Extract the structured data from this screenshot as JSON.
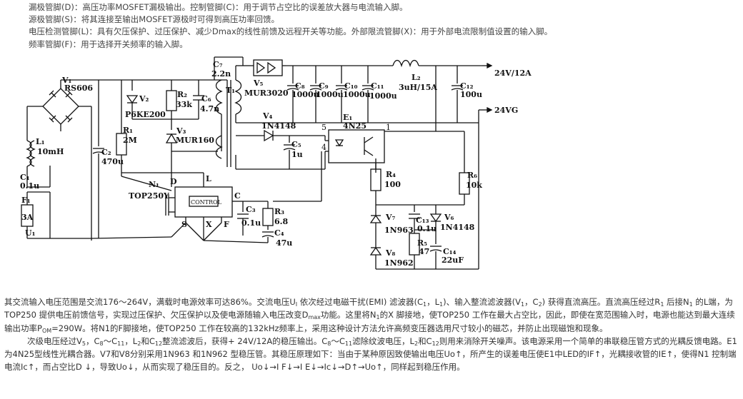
{
  "intro_lines": [
    "漏极管脚(D)：高压功率MOSFET漏极输出。控制管脚(C)：用于调节占空比的误差放大器与电流输入脚。",
    "源极管脚(S)：将其连接至输出MOSFET源极时可得到高压功率回馈。",
    "电压检测管脚(L)：具有欠压保护、过压保护、减少Dmax的线性前馈及远程开关等功能。外部限流管脚(X)：用于外部电流限制值设置的输入脚。",
    "频率管脚(F)：用于选择开关频率的输入脚。"
  ],
  "schematic": {
    "labels": {
      "v1": "V₁",
      "rs606": "RS606",
      "l1": "L₁",
      "l1_val": "10mH",
      "c1": "C₁",
      "c1_val": "0.1u",
      "f1": "F₁",
      "f1_val": "3A",
      "u1": "U₁",
      "r1": "R₁",
      "r1_val": "2M",
      "c2": "C₂",
      "c2_val": "470u",
      "v2": "V₂",
      "p6ke200": "P6KE200",
      "r2": "R₂",
      "r2_val": "33k",
      "c6": "C₆",
      "c6_val": "4.7n",
      "v3": "V₃",
      "mur160": "MUR160",
      "c7": "C₇",
      "c7_val": "2.2n",
      "t1": "T₁",
      "v5": "V₅",
      "mur3020": "MUR3020",
      "c8": "C₈",
      "c8_val": "1000u",
      "c9": "C₉",
      "c9_val": "1000u",
      "c10": "C₁₀",
      "c10_val": "1000u",
      "c11": "C₁₁",
      "c11_val": "1000u",
      "l2": "L₂",
      "l2_val": "3uH/15A",
      "c12": "C₁₂",
      "c12_val": "100u",
      "out_pos": "24V/12A",
      "out_gnd": "24VG",
      "v4": "V₄",
      "1n4148_a": "1N4148",
      "c5": "C₅",
      "c5_val": "1u",
      "e1": "E₁",
      "4n25": "4N25",
      "pin5": "5",
      "pin4": "4",
      "pin1": "1",
      "n1": "N₁",
      "top250y": "TOP250Y",
      "pin_d": "D",
      "pin_l": "L",
      "pin_c": "C",
      "pin_s": "S",
      "pin_x": "X",
      "pin_f": "F",
      "control": "CONTROL",
      "c3": "C₃",
      "c3_val": "0.1u",
      "r3": "R₃",
      "r3_val": "6.8",
      "c4": "C₄",
      "c4_val": "47u",
      "r4": "R₄",
      "r4_val": "100",
      "v7": "V₇",
      "1n963": "1N963",
      "c13": "C₁₃",
      "c13_val": "0.1u",
      "v6": "V₆",
      "1n4148_b": "1N4148",
      "r5": "R₅",
      "r5_val": "47",
      "v8": "V₈",
      "1n962": "1N962",
      "c14": "C₁₄",
      "c14_val": "22uF",
      "r6": "R₆",
      "r6_val": "10k"
    }
  },
  "para1": {
    "p1": "其交流输入电压范围是交流176～264V，满载时电源效率可达86%。交流电压U",
    "s1": "I",
    "p2": " 依次经过电磁干扰(EMI) 滤波器(C",
    "s2": "1",
    "p3": "，L",
    "s3": "1",
    "p4": ")、输入整流滤波器(V",
    "s4": "1",
    "p5": "，C",
    "s5": "2",
    "p6": ") 获得直流高压。直流高压经过R",
    "s6": "1",
    "p7": " 后接N",
    "s7": "1",
    "p8": " 的L端，为TOP250  提供电压前馈信号，实现过压保护、欠压保护以及使电源随输入电压改变D",
    "s8": "max",
    "p9": "功能。这里将N",
    "s9": "1",
    "p10": "的X 脚接地，使TOP250  工作在最大占空比，因此，即使在宽范围输入时，电源也能达到最大连续输出功率P",
    "s10": "OM",
    "p11": "=290W。将N1的F脚接地，使TOP250  工作在较高的132kHz频率上，采用这种设计方法允许高频变压器选用尺寸较小的磁芯，并防止出现磁饱和现象。"
  },
  "para2": {
    "p1": "次级电压经过V",
    "s1": "5",
    "p2": "，C",
    "s2": "8",
    "p3": "～C",
    "s3": "11",
    "p4": "，L",
    "s4": "2",
    "p5": "和C",
    "s5": "12",
    "p6": "整流滤波后，获得+ 24V/12A的稳压输出。C",
    "s6": "8",
    "p7": "～C",
    "s7": "11",
    "p8": "滤除纹波电压，L",
    "s8": "2",
    "p9": "和C",
    "s9": "12",
    "p10": "则用来消除开关噪声。该电源采用一个简单的串联稳压管方式的光耦反馈电路。E1为4N25型线性光耦合器。V7和V8分别采用1N963 和1N962 型稳压管。其稳压原理如下：当由于某种原因致使输出电压Uo↑，所产生的误差电压使E1中LED的IF↑，光耦接收管的IE↑，使得N1 控制端电流Ic↑，而占空比D ↓，导致Uo↓，从而实现了稳压目的。反之， Uo↓→I F↓→I E↓→Ic↓→D↑→Uo↑，同样起到稳压作用。"
  }
}
